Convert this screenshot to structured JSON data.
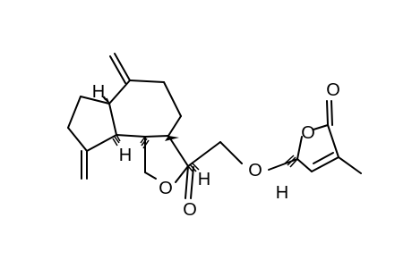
{
  "molecule": {
    "atom_labels": {
      "h_upper_left": "H",
      "h_lower_left": "H",
      "h_lactone": "H",
      "h_butenolide": "H",
      "o_lactone_ring": "O",
      "o_lactone_carbonyl": "O",
      "o_ether": "O",
      "o_butenolide_ring": "O",
      "o_butenolide_carbonyl": "O"
    }
  }
}
